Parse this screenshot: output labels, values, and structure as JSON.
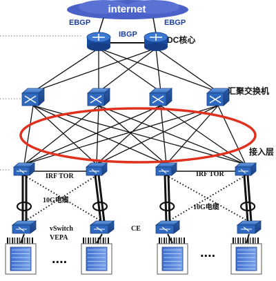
{
  "cloud": {
    "label": "internet"
  },
  "labels": {
    "ebgp_left": "EBGP",
    "ebgp_right": "EBGP",
    "ibgp": "IBGP",
    "dc_core": "DC核心",
    "aggregation": "汇聚交换机",
    "access": "接入层",
    "irf_tor_left": "IRF TOR",
    "irf_tor_right": "IRF TOR",
    "cable_left": "10G电缆",
    "cable_right": "10G电缆",
    "vswitch": "vSwitch",
    "vepa": "VEPA",
    "ce": "CE",
    "dots_left": "....",
    "dots_right": "...."
  },
  "colors": {
    "router_fill": "#1f5fbf",
    "switch_fill": "#3a76c9",
    "ring": "#e0301e",
    "cloud": "#4a62c8",
    "link": "#111111"
  }
}
